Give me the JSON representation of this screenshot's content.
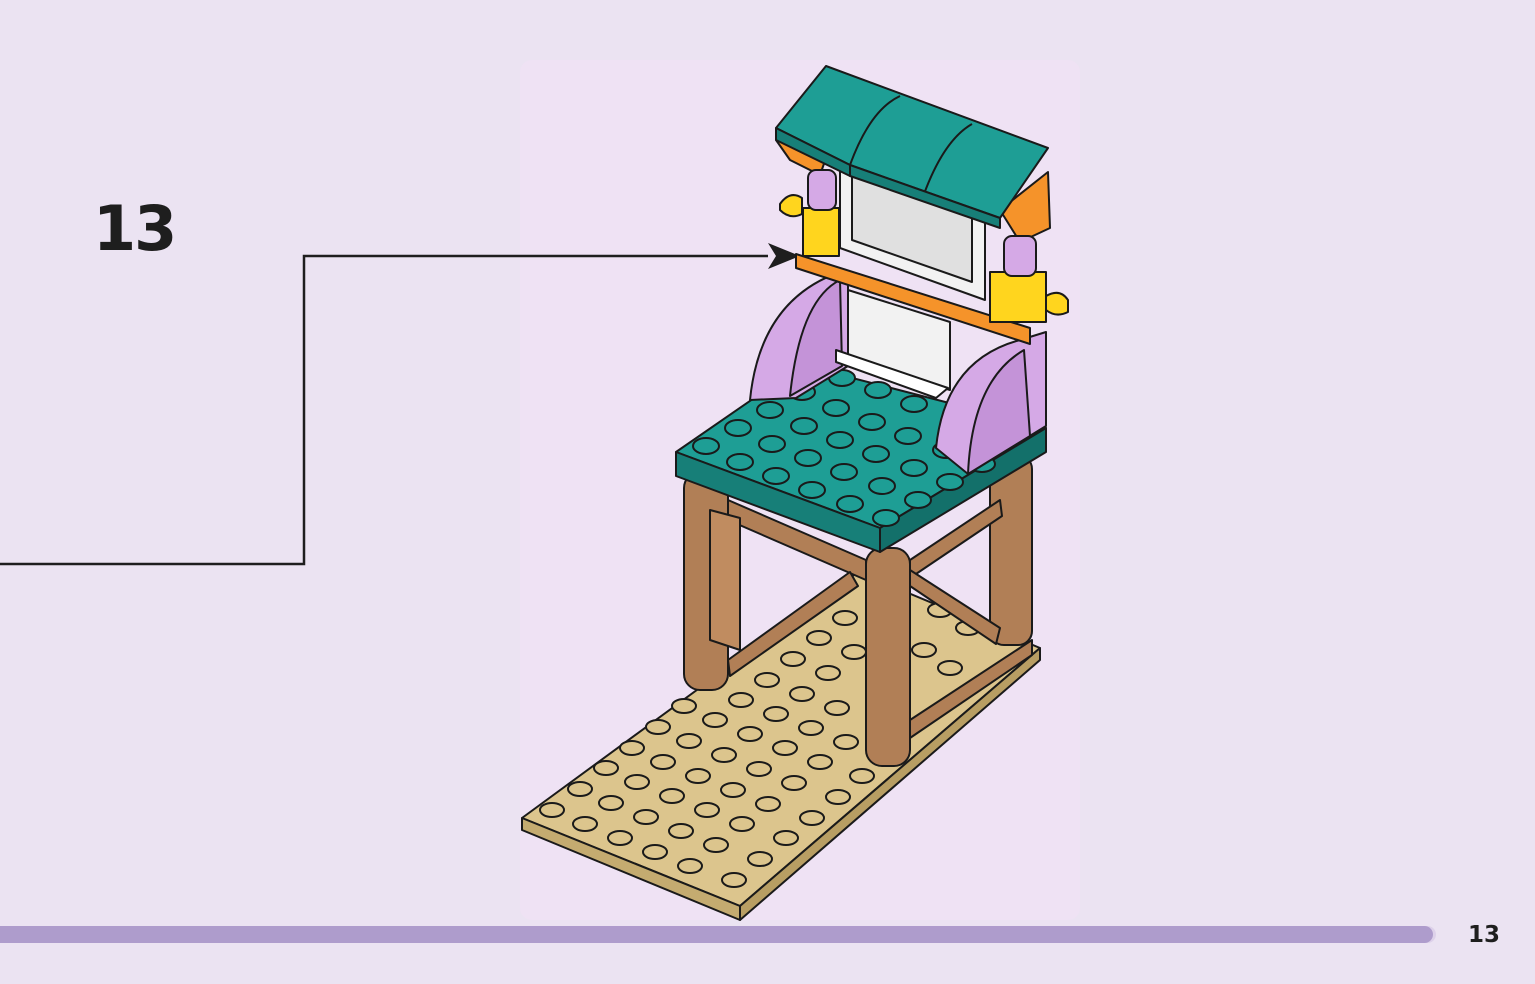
{
  "step": {
    "number": "13"
  },
  "footer": {
    "page_number": "13",
    "progress": 0.998
  },
  "icons": [
    "callout-arrow-icon"
  ],
  "colors": {
    "background": "#ebe3f2",
    "progress_bar": "#ae9ccc",
    "teal": "#1e9e95",
    "tan": "#dcc58d",
    "brown": "#b17f56",
    "lavender": "#d5a9e6",
    "yellow": "#ffd51e",
    "orange": "#f5932a"
  }
}
